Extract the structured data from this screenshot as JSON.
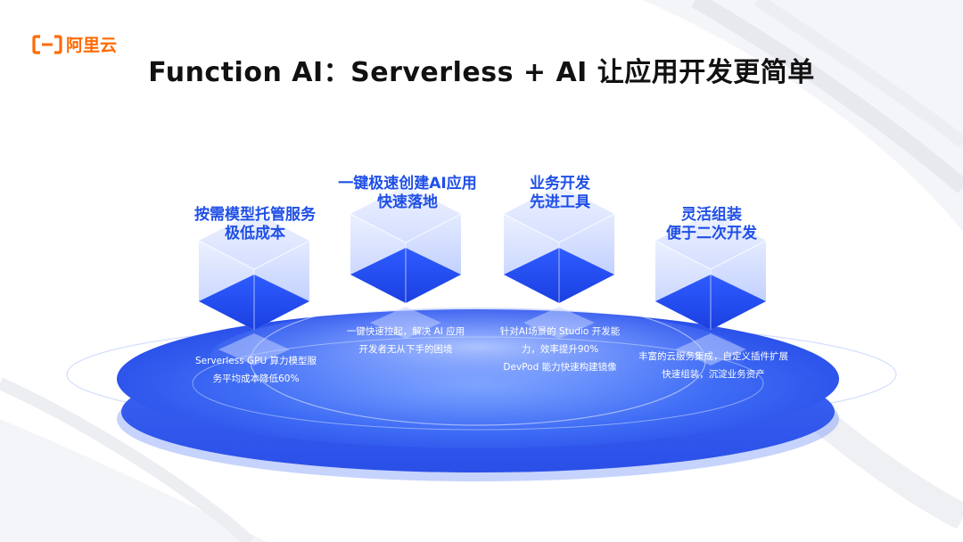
{
  "brand": {
    "name": "阿里云",
    "color": "#ff6a00"
  },
  "title": "Function AI：Serverless + AI 让应用开发更简单",
  "accent_color": "#1f4fe6",
  "features": [
    {
      "heading": [
        "按需模型托管服务",
        "极低成本"
      ],
      "desc": [
        "Serverless GPU 算力模型服",
        "务平均成本降低60%"
      ]
    },
    {
      "heading": [
        "一键极速创建AI应用",
        "快速落地"
      ],
      "desc": [
        "一键快速拉起，解决 AI 应用",
        "开发者无从下手的困境"
      ]
    },
    {
      "heading": [
        "业务开发",
        "先进工具"
      ],
      "desc": [
        "针对AI场景的 Studio 开发能",
        "力，效率提升90%",
        "DevPod 能力快速构建镜像"
      ]
    },
    {
      "heading": [
        "灵活组装",
        "便于二次开发"
      ],
      "desc": [
        "丰富的云服务集成，自定义插件扩展",
        "快速组装，沉淀业务资产"
      ]
    }
  ]
}
